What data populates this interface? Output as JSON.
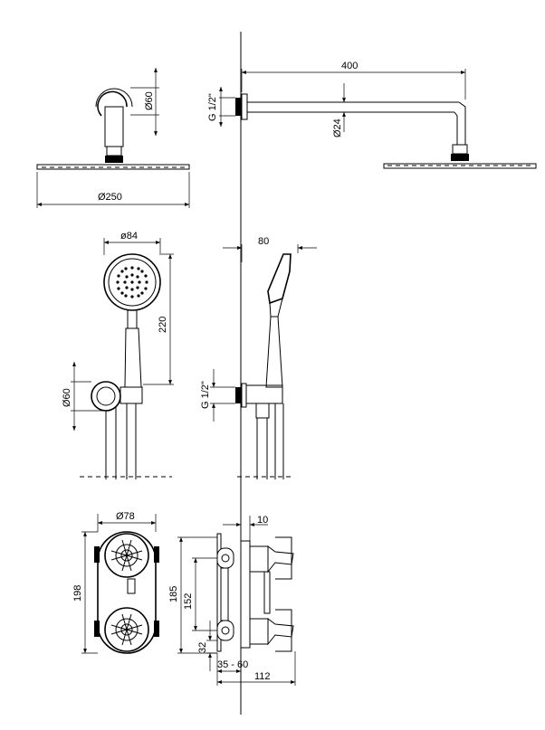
{
  "dimensions": {
    "rain_head_flange_diameter": "Ø60",
    "rain_head_diameter": "Ø250",
    "arm_thread": "G 1/2\"",
    "arm_length": "400",
    "arm_diameter": "Ø24",
    "hand_shower_head_diameter": "ø84",
    "hand_shower_length": "220",
    "wall_elbow_diameter": "Ø60",
    "hand_shower_projection": "80",
    "elbow_thread": "G 1/2\"",
    "mixer_rose_diameter": "Ø78",
    "mixer_total_height": "198",
    "mixer_plate_offset": "10",
    "mixer_body_height": "185",
    "mixer_center_distance": "152",
    "mixer_bottom_offset": "32",
    "mixer_install_depth": "35 - 60",
    "mixer_projection": "112"
  }
}
